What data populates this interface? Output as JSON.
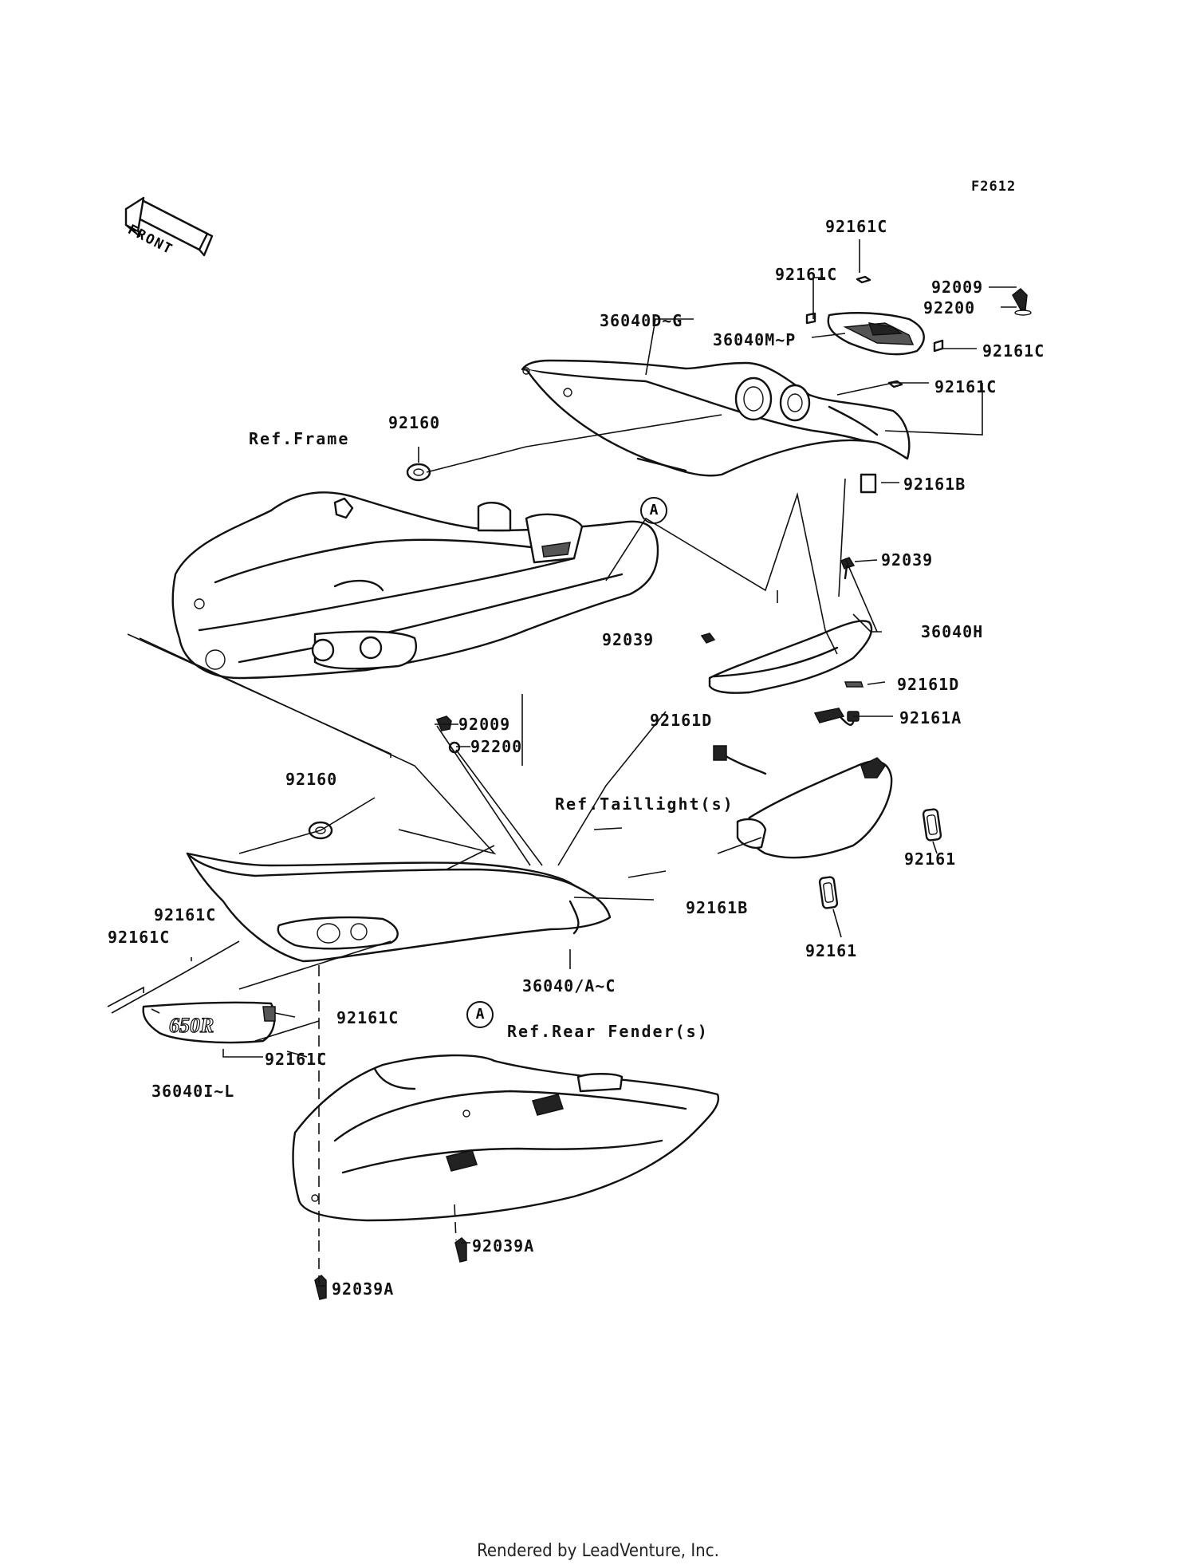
{
  "figure_code": "F2612",
  "front_label": "FRONT",
  "references": {
    "frame": "Ref.Frame",
    "taillight": "Ref.Taillight(s)",
    "rear_fender": "Ref.Rear Fender(s)"
  },
  "connector_marks": [
    "A",
    "A"
  ],
  "part_labels": {
    "p92161C_top": "92161C",
    "p92161C_left": "92161C",
    "p92009_top": "92009",
    "p92200_top": "92200",
    "p36040DG": "36040D~G",
    "p36040MP": "36040M~P",
    "p92161C_right": "92161C",
    "p92161C_mid": "92161C",
    "p92160_top": "92160",
    "p92161B_top": "92161B",
    "p92039_right": "92039",
    "p36040H": "36040H",
    "p92039_mid": "92039",
    "p92161D_right": "92161D",
    "p92009_mid": "92009",
    "p92161D_mid": "92161D",
    "p92161A": "92161A",
    "p92200_mid": "92200",
    "p92160_low": "92160",
    "p92161_upper": "92161",
    "p92161_lower": "92161",
    "p92161B_low": "92161B",
    "p92161C_l1": "92161C",
    "p92161C_l2": "92161C",
    "p36040AC": "36040/A~C",
    "p92161C_l3": "92161C",
    "p92161C_l4": "92161C",
    "p36040IL": "36040I~L",
    "p92039A_mid": "92039A",
    "p92039A_low": "92039A"
  },
  "side_cover_decal_text": "650R",
  "footer": "Rendered by LeadVenture, Inc."
}
